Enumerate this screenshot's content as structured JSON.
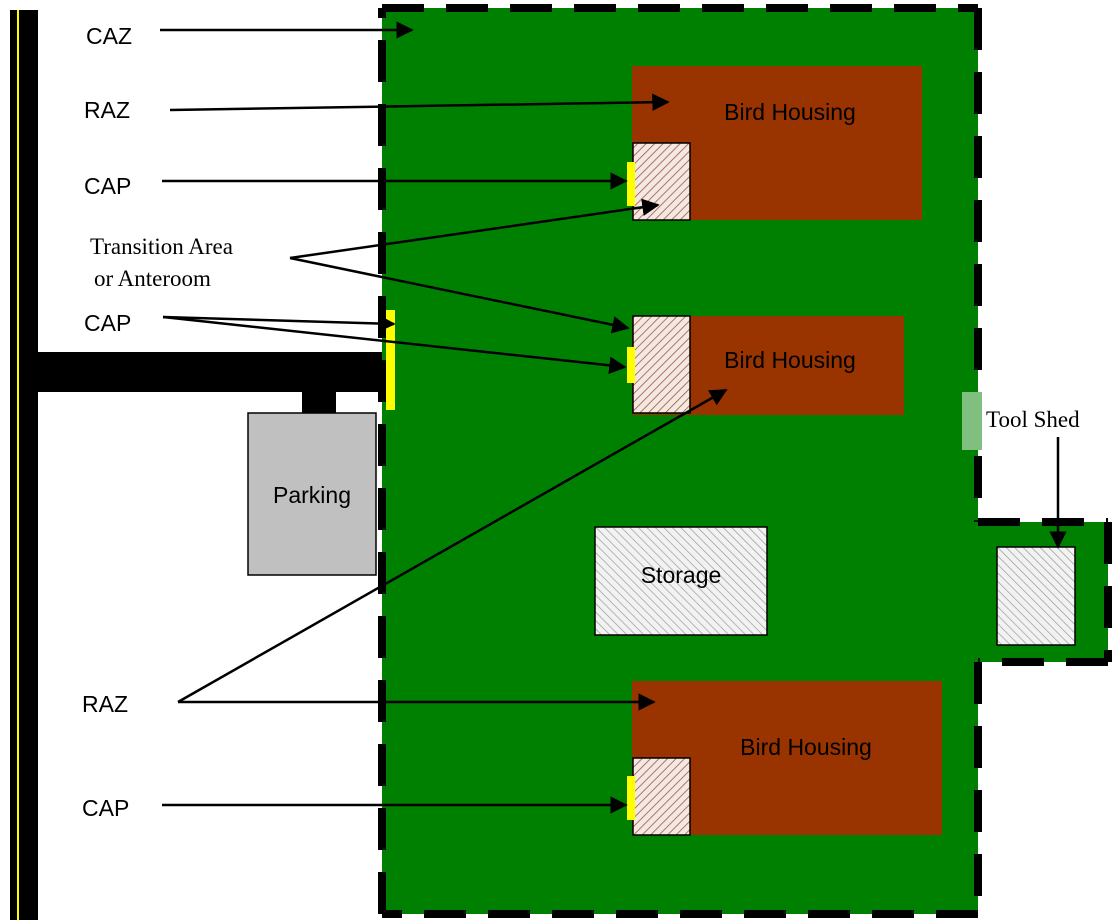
{
  "left_labels": {
    "caz": "CAZ",
    "raz_top": "RAZ",
    "cap_1": "CAP",
    "transition_line1": "Transition Area",
    "transition_line2": "or Anteroom",
    "cap_2": "CAP",
    "raz_bottom": "RAZ",
    "cap_3": "CAP"
  },
  "buildings": {
    "bird_housing_1": "Bird Housing",
    "bird_housing_2": "Bird Housing",
    "bird_housing_3": "Bird Housing",
    "storage": "Storage",
    "parking": "Parking",
    "tool_shed": "Tool Shed"
  },
  "colors": {
    "caz_fill": "#008000",
    "bird_housing": "#993300",
    "anteroom": "#e6d2c8",
    "cap_marker": "#ffff00",
    "parking": "#c0c0c0",
    "storage": "#e0e0e0",
    "road": "#000000"
  }
}
